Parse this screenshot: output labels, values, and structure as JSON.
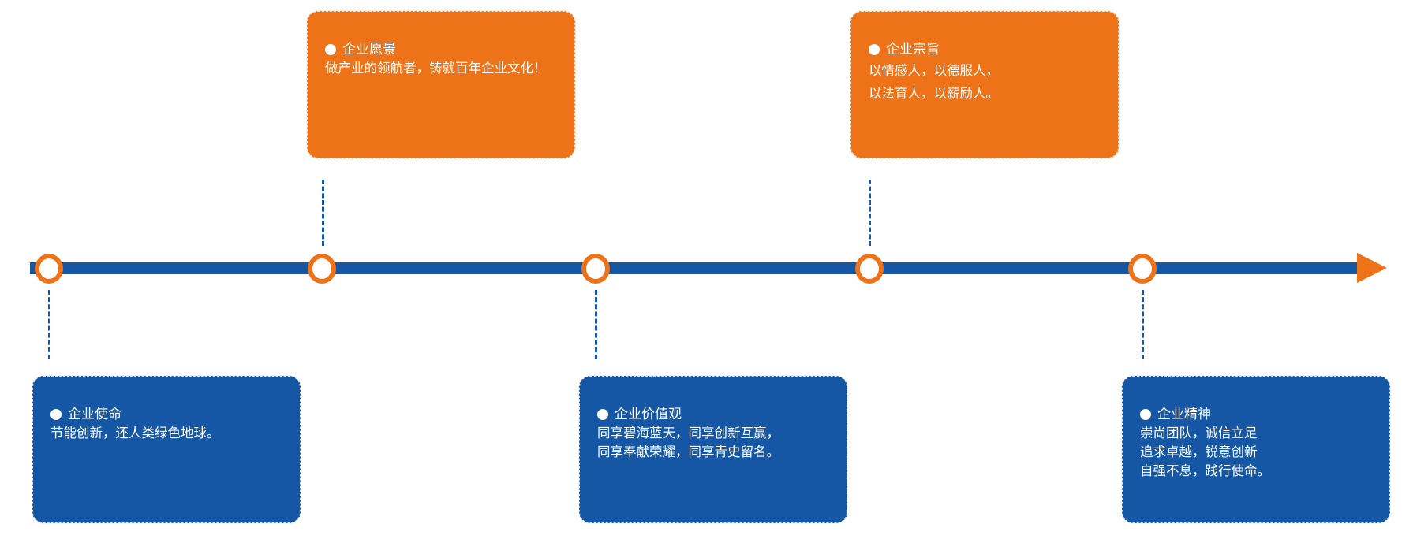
{
  "colors": {
    "axis": "#1557a4",
    "accent": "#ee7217",
    "text_on_box": "#ffffff"
  },
  "boxes": {
    "mission": {
      "title": "企业使命",
      "lines": [
        "节能创新，还人类绿色地球。"
      ]
    },
    "vision": {
      "title": "企业愿景",
      "lines": [
        "做产业的领航者，铸就百年企业文化！"
      ]
    },
    "values": {
      "title": "企业价值观",
      "lines": [
        "同享碧海蓝天，同享创新互赢，",
        "同享奉献荣耀，同享青史留名。"
      ]
    },
    "purpose": {
      "title": "企业宗旨",
      "lines": [
        "以情感人，以德服人，",
        "以法育人，以薪励人。"
      ]
    },
    "spirit": {
      "title": "企业精神",
      "lines": [
        "崇尚团队，诚信立足",
        "追求卓越，锐意创新",
        "自强不息，践行使命。"
      ]
    }
  }
}
